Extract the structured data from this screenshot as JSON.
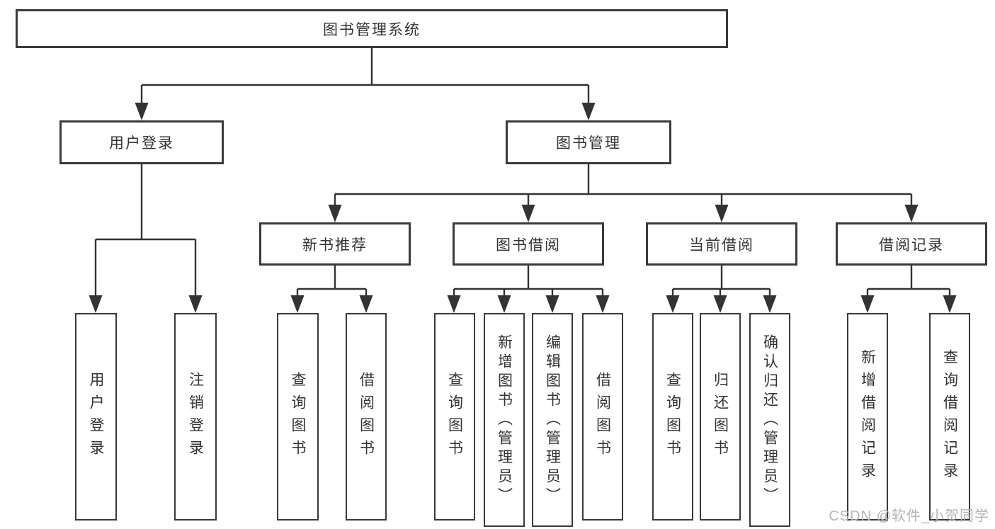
{
  "diagram": {
    "root": {
      "label": "图书管理系统"
    },
    "branches": [
      {
        "label": "用户登录",
        "children": [
          {
            "label": "用户登录"
          },
          {
            "label": "注销登录"
          }
        ]
      },
      {
        "label": "图书管理",
        "children": [
          {
            "label": "新书推荐",
            "children": [
              {
                "label": "查询图书"
              },
              {
                "label": "借阅图书"
              }
            ]
          },
          {
            "label": "图书借阅",
            "children": [
              {
                "label": "查询图书"
              },
              {
                "label": "新增图书（管理员）"
              },
              {
                "label": "编辑图书（管理员）"
              },
              {
                "label": "借阅图书"
              }
            ]
          },
          {
            "label": "当前借阅",
            "children": [
              {
                "label": "查询图书"
              },
              {
                "label": "归还图书"
              },
              {
                "label": "确认归还（管理员）"
              }
            ]
          },
          {
            "label": "借阅记录",
            "children": [
              {
                "label": "新增借阅记录"
              },
              {
                "label": "查询借阅记录"
              }
            ]
          }
        ]
      }
    ]
  },
  "watermark": {
    "text": "CSDN @软件_小贺同学"
  },
  "colors": {
    "border": "#3a3a3a",
    "line": "#333333",
    "text": "#333333",
    "watermark": "#b5b5b5",
    "bg": "#ffffff"
  }
}
